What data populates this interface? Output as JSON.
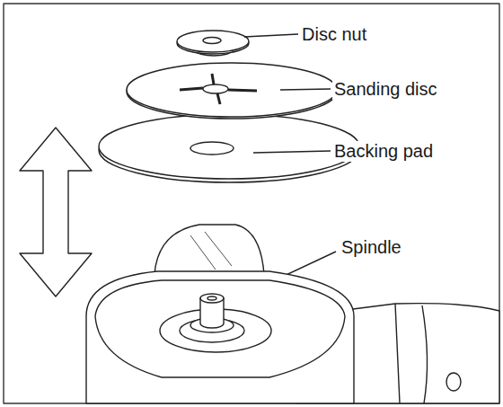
{
  "diagram": {
    "labels": [
      "Disc nut",
      "Sanding disc",
      "Backing pad",
      "Spindle"
    ]
  }
}
